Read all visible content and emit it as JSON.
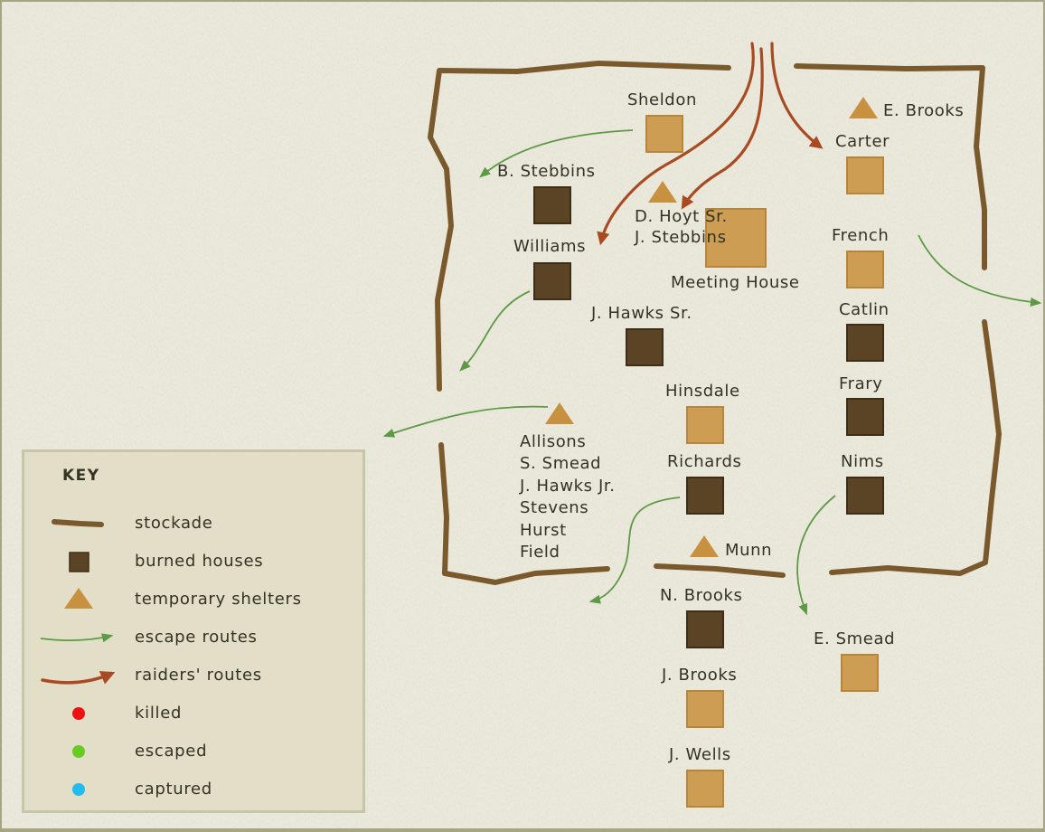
{
  "colors": {
    "background": "#e9e7da",
    "stockade": "#7a5a2c",
    "standing_house": "#cd9d54",
    "burned_house": "#5a4425",
    "shelter": "#c8913f",
    "escape_route": "#5e9a45",
    "raider_route": "#a84b22",
    "killed": "#ee1111",
    "escaped": "#66cc22",
    "captured": "#22bbee"
  },
  "labels": {
    "sheldon": "Sheldon",
    "e_brooks": "E. Brooks",
    "carter": "Carter",
    "b_stebbins": "B. Stebbins",
    "d_hoyt": "D. Hoyt Sr.",
    "j_stebbins": "J. Stebbins",
    "williams": "Williams",
    "french": "French",
    "meeting_house": "Meeting House",
    "j_hawks_sr": "J. Hawks Sr.",
    "catlin": "Catlin",
    "hinsdale": "Hinsdale",
    "frary": "Frary",
    "allisons_group": [
      "Allisons",
      "S. Smead",
      "J. Hawks Jr.",
      "Stevens",
      "Hurst",
      "Field"
    ],
    "richards": "Richards",
    "nims": "Nims",
    "munn": "Munn",
    "n_brooks": "N. Brooks",
    "e_smead": "E. Smead",
    "j_brooks": "J. Brooks",
    "j_wells": "J. Wells"
  },
  "legend": {
    "title": "KEY",
    "items": [
      {
        "symbol": "stockade",
        "label": "stockade"
      },
      {
        "symbol": "burned-house",
        "label": "burned houses"
      },
      {
        "symbol": "temporary-shelter",
        "label": "temporary shelters"
      },
      {
        "symbol": "escape-route",
        "label": "escape routes"
      },
      {
        "symbol": "raider-route",
        "label": "raiders' routes"
      },
      {
        "symbol": "killed-dot",
        "label": "killed"
      },
      {
        "symbol": "escaped-dot",
        "label": "escaped"
      },
      {
        "symbol": "captured-dot",
        "label": "captured"
      }
    ]
  }
}
